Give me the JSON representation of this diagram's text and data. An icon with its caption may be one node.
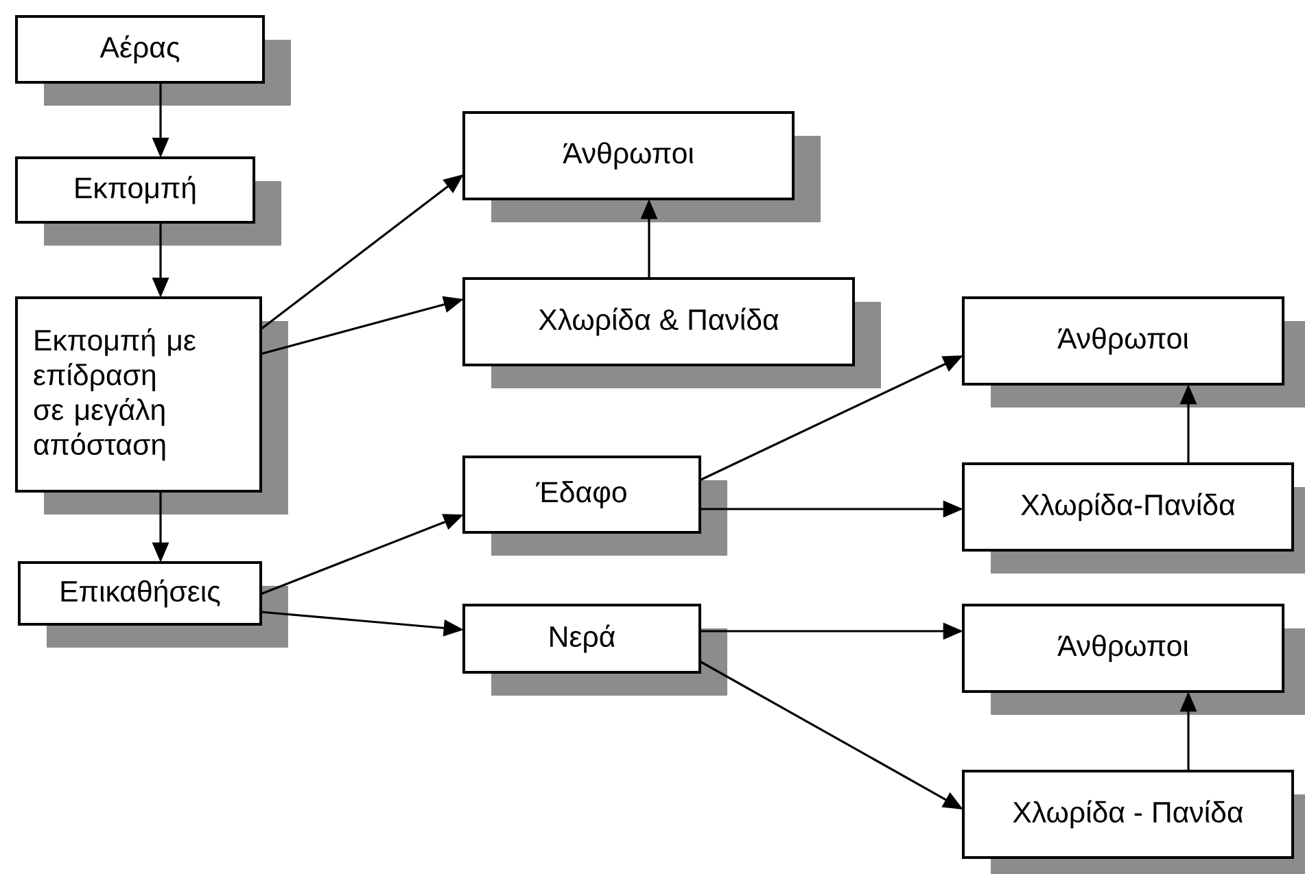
{
  "diagram": {
    "nodes": [
      {
        "text": [
          "Αέρας"
        ]
      },
      {
        "text": [
          "Εκπομπή"
        ]
      },
      {
        "text": [
          "Εκπομπή με επίδραση σε μεγάλη απόσταση"
        ]
      },
      {
        "text": [
          "Επικαθήσεις"
        ]
      },
      {
        "text": [
          "Άνθρωποι"
        ]
      },
      {
        "text": [
          "Χλωρίδα & Πανίδα"
        ]
      },
      {
        "text": [
          "Έδαφο"
        ]
      },
      {
        "text": [
          "Νερά"
        ]
      },
      {
        "text": [
          "Άνθρωποι"
        ]
      },
      {
        "text": [
          "Χλωρίδα-Πανίδα"
        ]
      },
      {
        "text": [
          "Άνθρωποι"
        ]
      },
      {
        "text": [
          "Χλωρίδα - Πανίδα"
        ]
      }
    ],
    "edges": [
      {
        "from": 0,
        "to": 1,
        "arrow": "to"
      },
      {
        "from": 1,
        "to": 2,
        "arrow": "to"
      },
      {
        "from": 2,
        "to": 3,
        "arrow": "to"
      },
      {
        "from": 2,
        "to": 4,
        "arrow": "to"
      },
      {
        "from": 2,
        "to": 5,
        "arrow": "to"
      },
      {
        "from": 5,
        "to": 4,
        "arrow": "to"
      },
      {
        "from": 3,
        "to": 6,
        "arrow": "to"
      },
      {
        "from": 3,
        "to": 7,
        "arrow": "to"
      },
      {
        "from": 6,
        "to": 8,
        "arrow": "to"
      },
      {
        "from": 6,
        "to": 9,
        "arrow": "to"
      },
      {
        "from": 9,
        "to": 8,
        "arrow": "to"
      },
      {
        "from": 7,
        "to": 10,
        "arrow": "to"
      },
      {
        "from": 7,
        "to": 11,
        "arrow": "to"
      },
      {
        "from": 11,
        "to": 10,
        "arrow": "to"
      }
    ]
  }
}
